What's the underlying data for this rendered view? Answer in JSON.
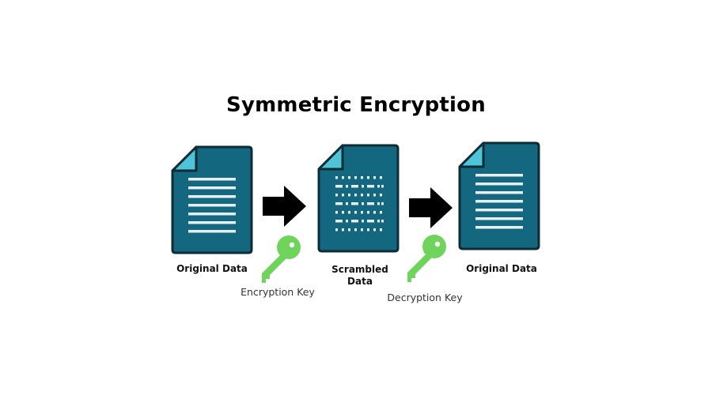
{
  "title": "Symmetric Encryption",
  "documents": [
    {
      "label": "Original Data",
      "state": "plain"
    },
    {
      "label_line1": "Scrambled",
      "label_line2": "Data",
      "state": "scrambled"
    },
    {
      "label": "Original Data",
      "state": "plain"
    }
  ],
  "keys": [
    {
      "label": "Encryption Key"
    },
    {
      "label": "Decryption Key"
    }
  ],
  "colors": {
    "document_fill": "#13677f",
    "document_fold": "#4fc3d7",
    "document_outline": "#0c2c36",
    "text_lines": "#e6eef2",
    "arrow": "#000000",
    "key": "#6fd45b"
  }
}
